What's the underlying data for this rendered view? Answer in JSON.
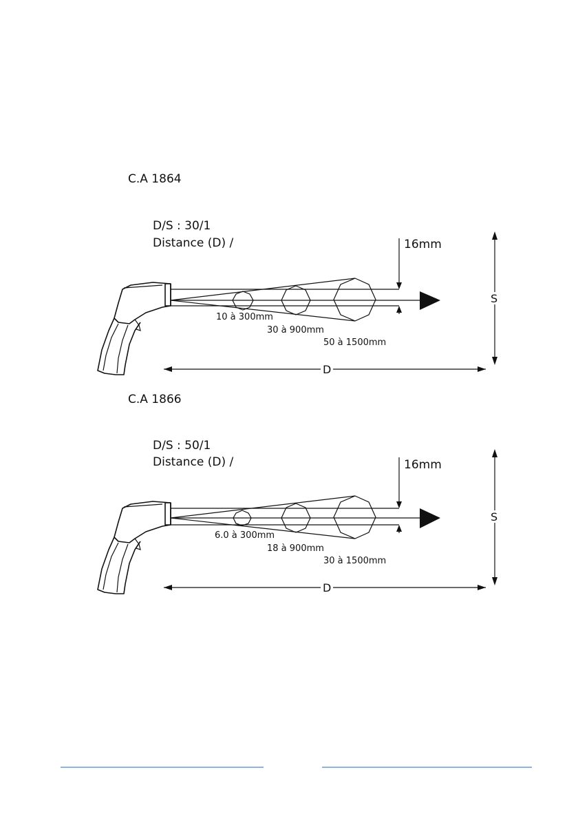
{
  "sections": [
    {
      "model": "C.A 1864",
      "ratio": "D/S : 30/1",
      "distance_label": "Distance (D) /",
      "dimension": "16mm",
      "spots": [
        "10 à 300mm",
        "30 à 900mm",
        "50 à 1500mm"
      ],
      "distance_axis": "D",
      "spot_axis": "S"
    },
    {
      "model": "C.A 1866",
      "ratio": "D/S : 50/1",
      "distance_label": "Distance (D) /",
      "dimension": "16mm",
      "spots": [
        "6.0 à 300mm",
        "18 à 900mm",
        "30 à 1500mm"
      ],
      "distance_axis": "D",
      "spot_axis": "S"
    }
  ],
  "colors": {
    "ink": "#111111",
    "footer_rule": "#4a86c6"
  }
}
